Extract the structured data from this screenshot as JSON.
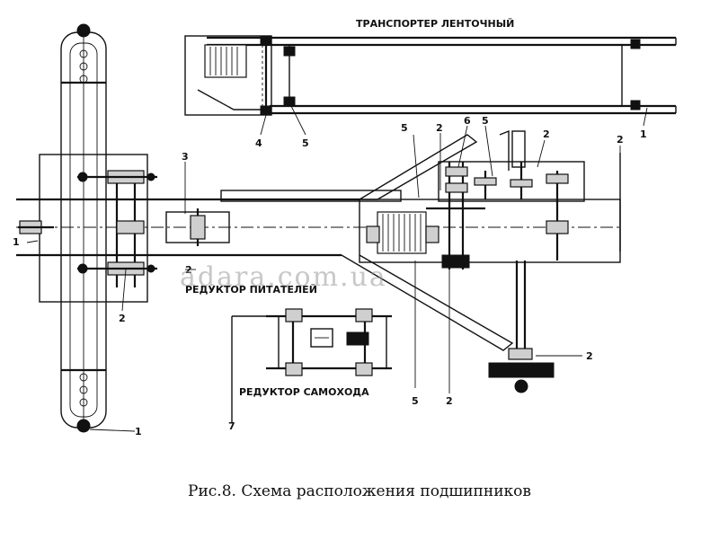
{
  "labels": {
    "conveyor": "ТРАНСПОРТЕР ЛЕНТОЧНЫЙ",
    "feeder_reducer": "РЕДУКТОР ПИТАТЕЛЕЙ",
    "drive_reducer": "РЕДУКТОР САМОХОДА"
  },
  "numbers": {
    "n1_right": "1",
    "n1_left": "1",
    "n1_bottom": "1",
    "n2_top_a": "2",
    "n2_top_b": "2",
    "n2_top_c": "2",
    "n2_left": "2",
    "n2_left_b": "2",
    "n2_bottom": "2",
    "n2_right_low": "2",
    "n3": "3",
    "n4": "4",
    "n5_conv": "5",
    "n5_top": "5",
    "n5_top_b": "5",
    "n5_bottom": "5",
    "n6": "6",
    "n7": "7"
  },
  "watermark": "adara.com.ua",
  "caption": "Рис.8. Схема расположения подшипников"
}
